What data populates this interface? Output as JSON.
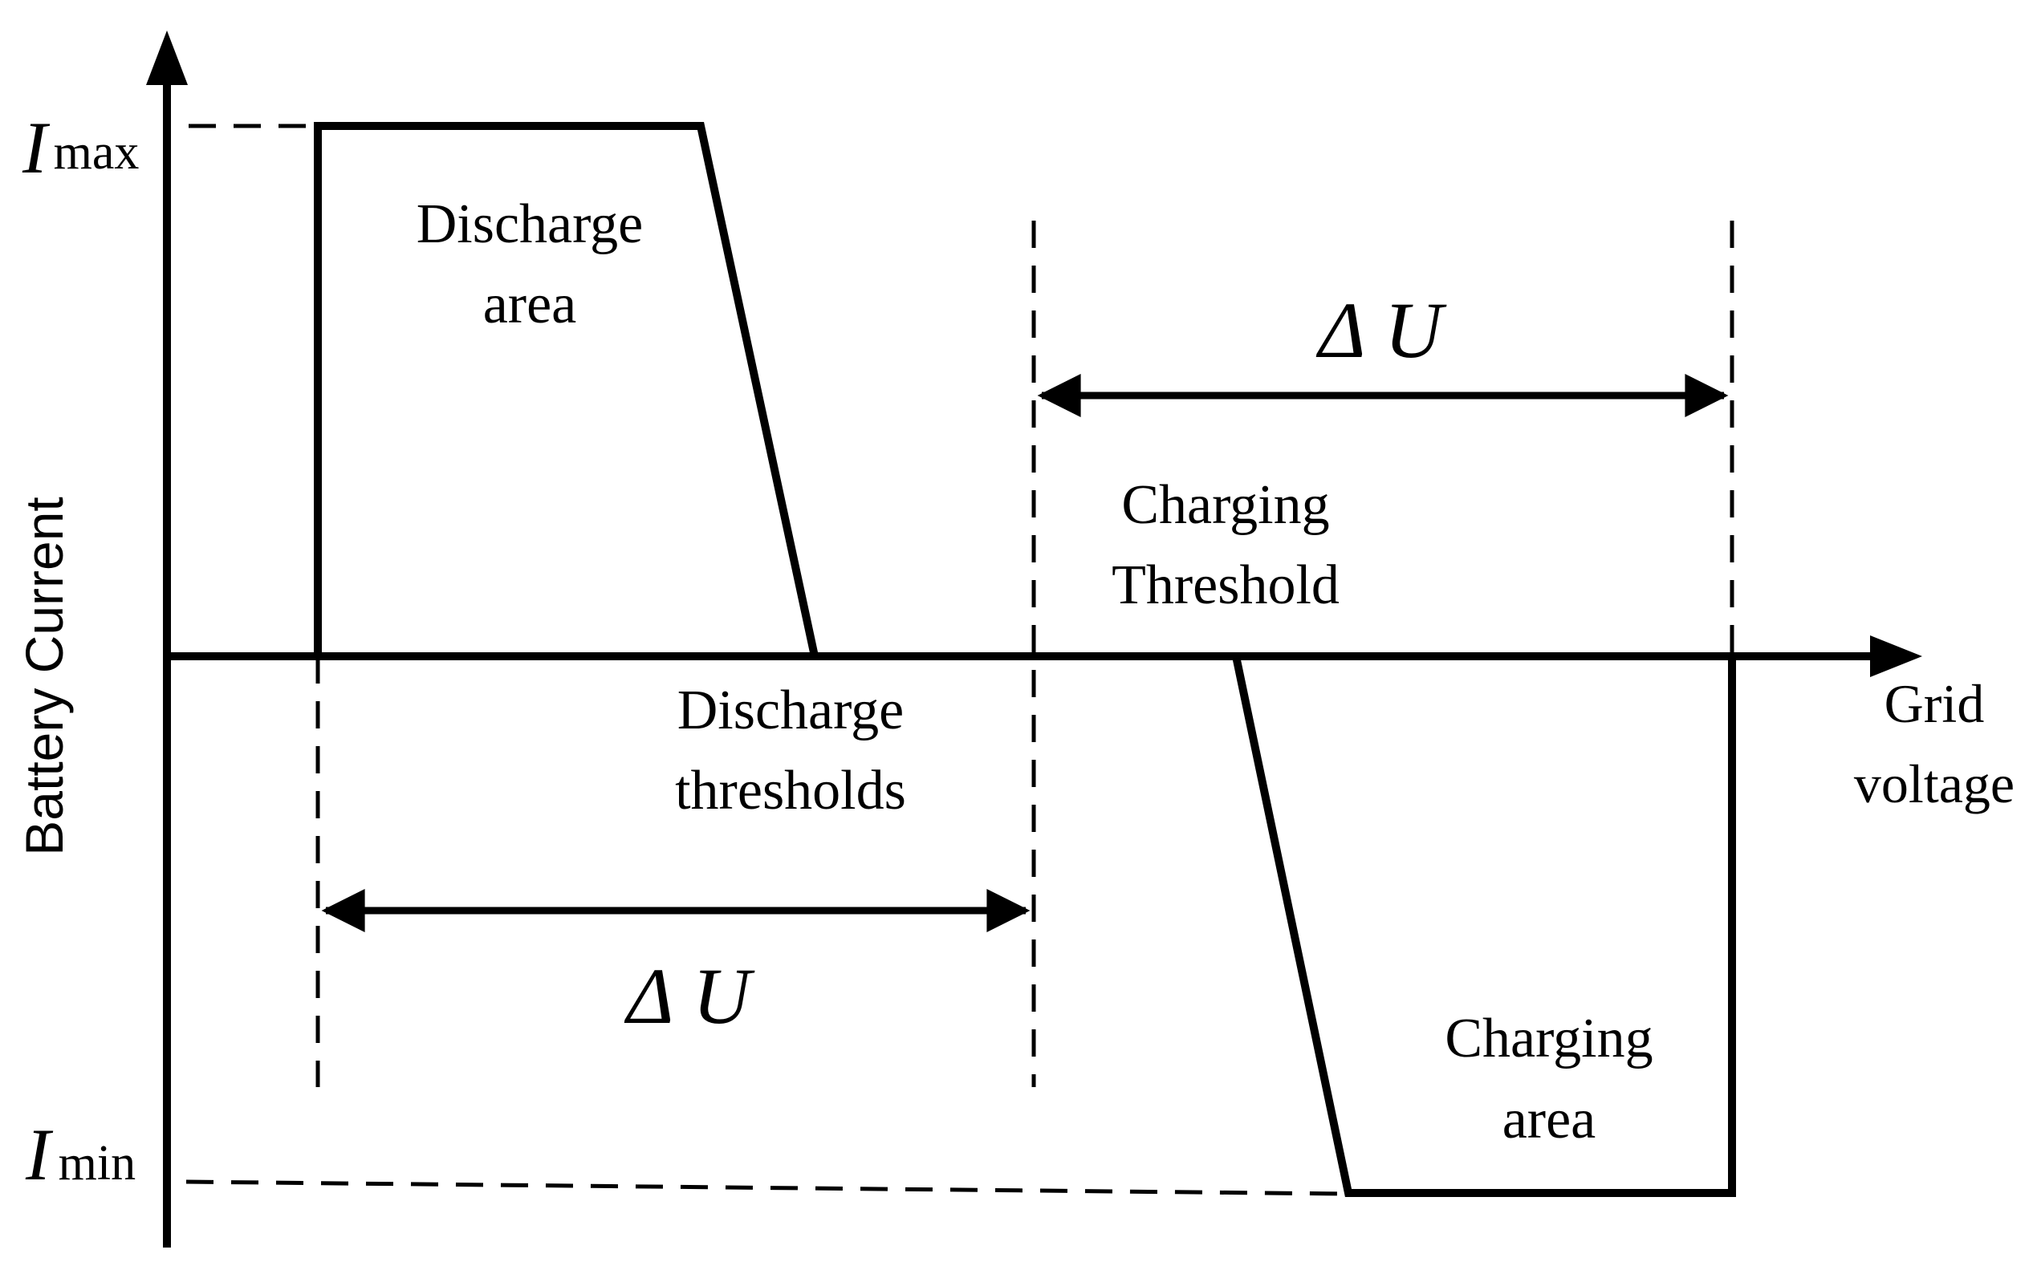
{
  "axes": {
    "y_label": "Battery Current",
    "x_label_line1": "Grid",
    "x_label_line2": "voltage",
    "i_max_symbol": "I",
    "i_max_subscript": "max",
    "i_min_symbol": "I",
    "i_min_subscript": "min"
  },
  "regions": {
    "discharge_area_line1": "Discharge",
    "discharge_area_line2": "area",
    "charging_area_line1": "Charging",
    "charging_area_line2": "area"
  },
  "thresholds": {
    "charging_line1": "Charging",
    "charging_line2": "Threshold",
    "discharge_line1": "Discharge",
    "discharge_line2": "thresholds"
  },
  "spans": {
    "delta_u_upper": "Δ U",
    "delta_u_lower": "Δ U"
  }
}
